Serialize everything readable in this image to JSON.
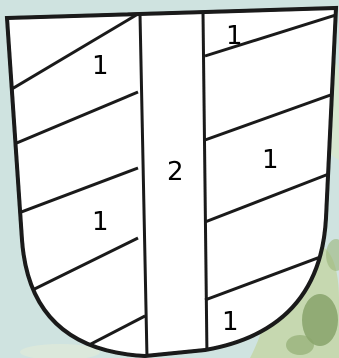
{
  "colors": {
    "background": "#cfe3e0",
    "map_green": "#b8cc9a",
    "map_green_dark": "#7f9c62",
    "shield_fill": "#ffffff",
    "outline": "#1a1a1a"
  },
  "shield": {
    "left_field_labels": [
      "1",
      "1"
    ],
    "pale_label": "2",
    "right_field_labels": [
      "1",
      "1",
      "1"
    ]
  }
}
